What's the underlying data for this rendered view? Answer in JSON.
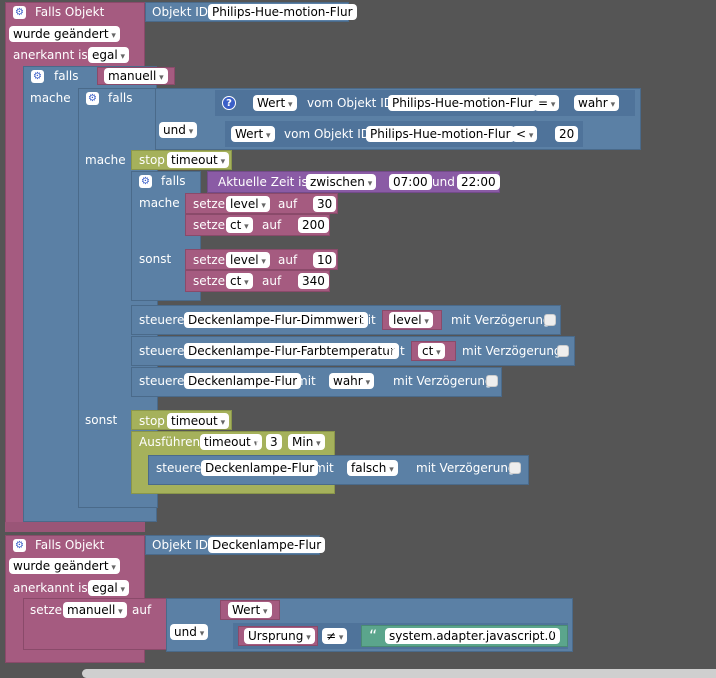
{
  "colors": {
    "background": "#555555",
    "event_block": "#a55b80",
    "logic_block": "#5b80a5",
    "timeout_block": "#a5b15b",
    "time_block": "#8a5ba5",
    "text_block": "#5ba58c"
  },
  "b1": {
    "falls_objekt": "Falls Objekt",
    "objekt_id": "Objekt ID",
    "object": "Philips-Hue-motion-Flur",
    "trigger": "wurde geändert",
    "anerkannt": "anerkannt ist",
    "ack": "egal",
    "if1": {
      "falls": "falls",
      "var": "manuell",
      "mache": "mache"
    },
    "if2": {
      "falls": "falls",
      "wert": "Wert",
      "vom": "vom Objekt ID",
      "object": "Philips-Hue-motion-Flur",
      "op": "=",
      "val": "wahr",
      "und": "und",
      "wert2": "Wert",
      "vom2": "vom Objekt ID",
      "object2": "Philips-Hue-motion-Flur",
      "op2": "<",
      "num": "20",
      "mache": "mache"
    },
    "stop": {
      "label": "stop",
      "timeout": "timeout"
    },
    "if3": {
      "falls": "falls",
      "time_label": "Aktuelle Zeit ist",
      "mode": "zwischen",
      "from": "07:00",
      "und": "und",
      "to": "22:00",
      "mache": "mache",
      "sonst": "sonst"
    },
    "set1": {
      "setze": "setze",
      "var": "level",
      "auf": "auf",
      "val": "30"
    },
    "set2": {
      "setze": "setze",
      "var": "ct",
      "auf": "auf",
      "val": "200"
    },
    "set3": {
      "setze": "setze",
      "var": "level",
      "auf": "auf",
      "val": "10"
    },
    "set4": {
      "setze": "setze",
      "var": "ct",
      "auf": "auf",
      "val": "340"
    },
    "ctrl1": {
      "steuere": "steuere",
      "device": "Deckenlampe-Flur-Dimmwert",
      "mit": "mit",
      "val": "level",
      "delay": "mit Verzögerung"
    },
    "ctrl2": {
      "steuere": "steuere",
      "device": "Deckenlampe-Flur-Farbtemperatur",
      "mit": "mit",
      "val": "ct",
      "delay": "mit Verzögerung"
    },
    "ctrl3": {
      "steuere": "steuere",
      "device": "Deckenlampe-Flur",
      "mit": "mit",
      "val": "wahr",
      "delay": "mit Verzögerung"
    },
    "sonst": "sonst",
    "stop2": {
      "label": "stop",
      "timeout": "timeout"
    },
    "exec": {
      "label": "Ausführen",
      "timeout": "timeout",
      "in": "in",
      "num": "3",
      "unit": "Min"
    },
    "ctrl4": {
      "steuere": "steuere",
      "device": "Deckenlampe-Flur",
      "mit": "mit",
      "val": "falsch",
      "delay": "mit Verzögerung"
    }
  },
  "b2": {
    "falls_objekt": "Falls Objekt",
    "objekt_id": "Objekt ID",
    "object": "Deckenlampe-Flur",
    "trigger": "wurde geändert",
    "anerkannt": "anerkannt ist",
    "ack": "egal",
    "set": {
      "setze": "setze",
      "var": "manuell",
      "auf": "auf",
      "wert": "Wert",
      "und": "und",
      "ursprung": "Ursprung",
      "op": "≠",
      "quote_open": "“",
      "text": "system.adapter.javascript.0",
      "quote_close": "”"
    }
  }
}
